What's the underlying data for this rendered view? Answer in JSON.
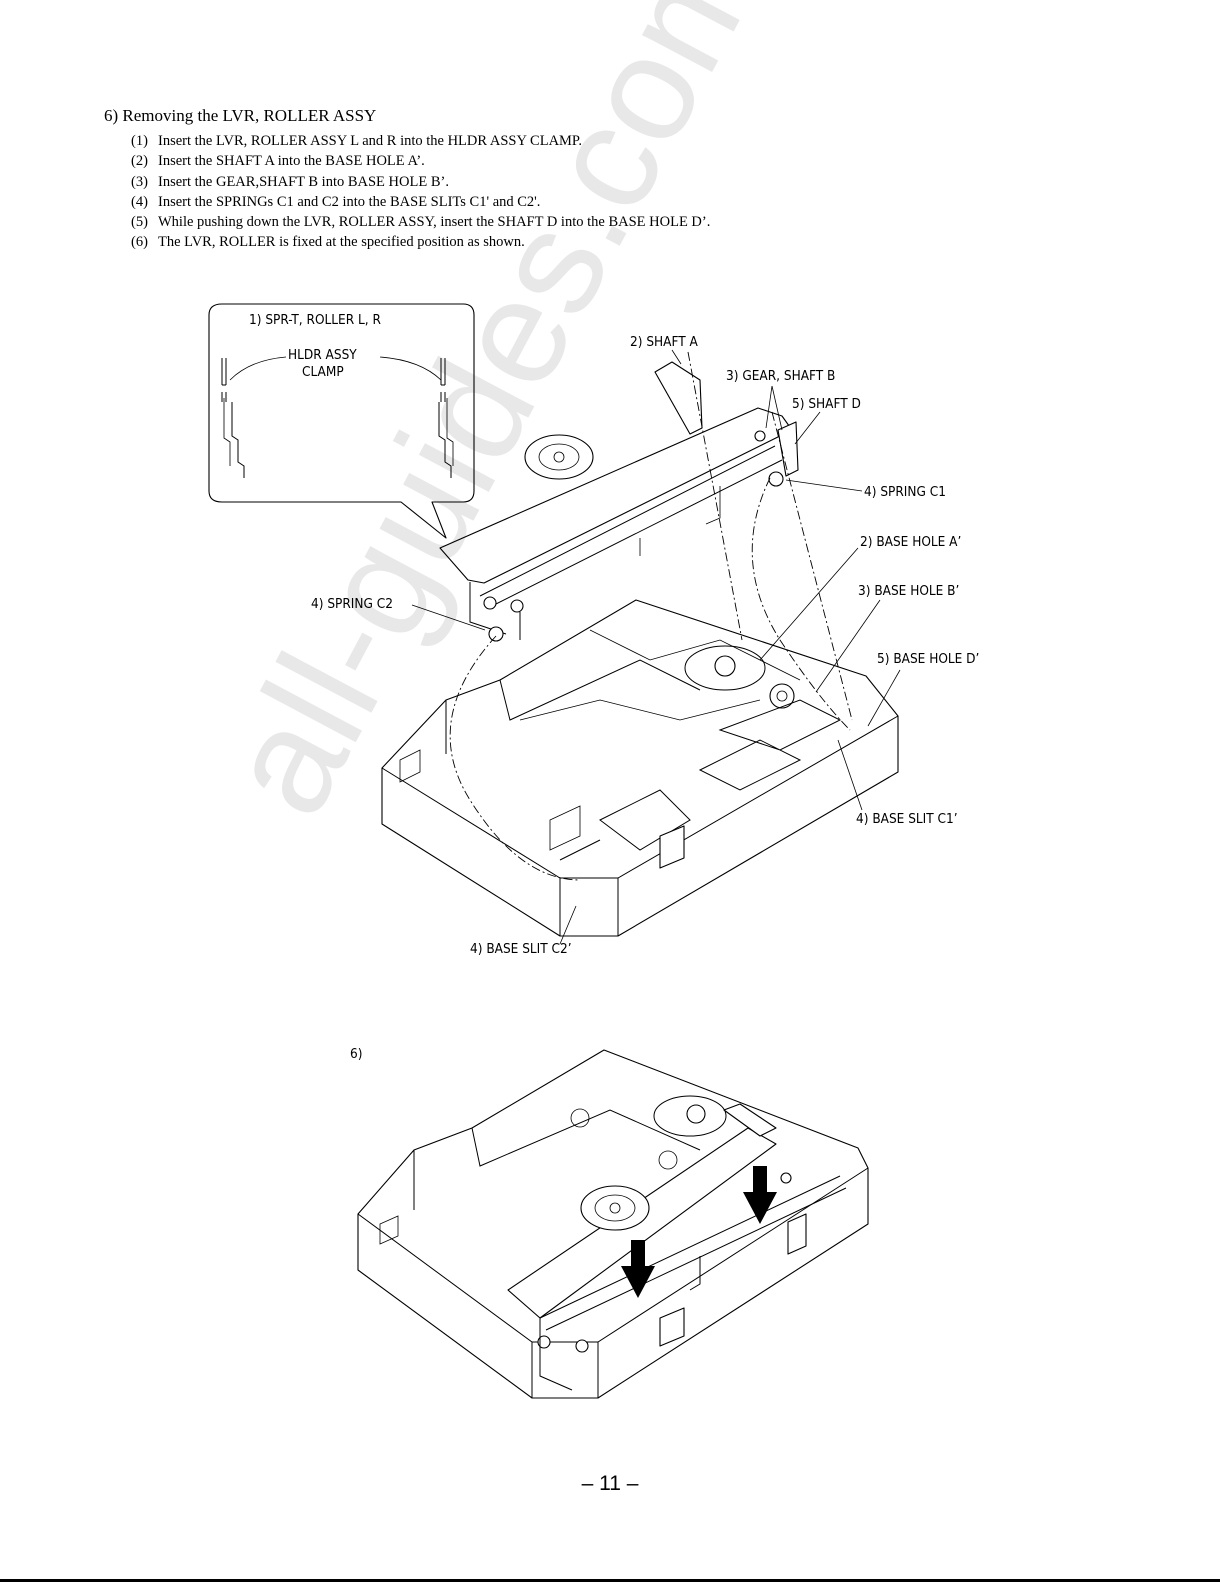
{
  "section": {
    "heading": "6)  Removing the LVR, ROLLER ASSY"
  },
  "steps": [
    {
      "num": "(1)",
      "text": "Insert the LVR, ROLLER ASSY L and R into the HLDR ASSY CLAMP."
    },
    {
      "num": "(2)",
      "text": "Insert the SHAFT A into the BASE HOLE A’."
    },
    {
      "num": "(3)",
      "text": "Insert the GEAR,SHAFT B into BASE HOLE B’."
    },
    {
      "num": "(4)",
      "text": "Insert the SPRINGs C1 and C2 into the BASE SLITs C1' and C2'."
    },
    {
      "num": "(5)",
      "text": "While pushing down the LVR, ROLLER ASSY, insert the SHAFT D into the BASE HOLE D’."
    },
    {
      "num": "(6)",
      "text": "The LVR, ROLLER is fixed at the specified position as shown."
    }
  ],
  "callouts": {
    "spr_t_roller": "1) SPR-T, ROLLER L, R",
    "hldr_assy": "HLDR ASSY",
    "clamp": "CLAMP",
    "shaft_a": "2) SHAFT A",
    "gear_shaft_b": "3) GEAR, SHAFT B",
    "shaft_d": "5) SHAFT D",
    "spring_c1": "4) SPRING C1",
    "base_hole_a": "2) BASE HOLE A’",
    "base_hole_b": "3) BASE HOLE B’",
    "spring_c2": "4) SPRING C2",
    "base_hole_d": "5) BASE HOLE D’",
    "base_slit_c1": "4) BASE SLIT C1’",
    "base_slit_c2": "4) BASE SLIT C2’",
    "step6": "6)"
  },
  "watermark": "all-guides.com",
  "page_number": "– 11 –",
  "icons": [
    "arrow-down-icon"
  ]
}
